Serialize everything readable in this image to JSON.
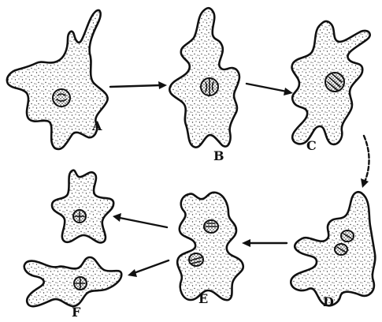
{
  "diagram": {
    "stage_labels": [
      "A",
      "B",
      "C",
      "D",
      "E",
      "F"
    ],
    "colors": {
      "ink": "#111111",
      "background": "#ffffff"
    }
  }
}
